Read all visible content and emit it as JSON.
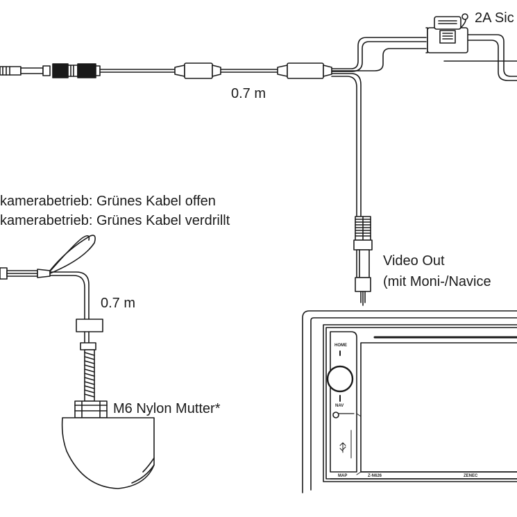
{
  "labels": {
    "fuse": "2A Sic",
    "cable_length_top": "0.7 m",
    "cable_length_camera": "0.7 m",
    "mode_open": "kamerabetrieb: Grünes Kabel offen",
    "mode_twisted": "kamerabetrieb: Grünes Kabel verdrillt",
    "video_out": "Video Out",
    "video_out_note": "(mit Moni-/Navice",
    "nut": "M6 Nylon Mutter*"
  },
  "head_unit": {
    "home": "HOME",
    "nav": "NAV",
    "map": "MAP",
    "model": "Z-N626",
    "brand": "ZENEC"
  },
  "colors": {
    "line": "#1a1a1a",
    "background": "#ffffff"
  }
}
